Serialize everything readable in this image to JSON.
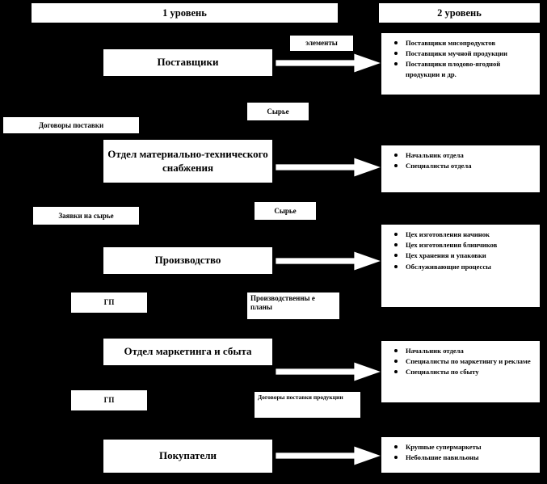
{
  "diagram": {
    "title_level1": "1 уровень",
    "title_level2": "2 уровень",
    "processes": [
      {
        "id": "suppliers",
        "label": "Поставщики"
      },
      {
        "id": "supply-dept",
        "label": "Отдел материально-технического снабжения"
      },
      {
        "id": "production",
        "label": "Производство"
      },
      {
        "id": "marketing-sales",
        "label": "Отдел маркетинга и сбыта"
      },
      {
        "id": "customers",
        "label": "Покупатели"
      }
    ],
    "flow_tags": [
      {
        "id": "elements",
        "label": "элементы"
      },
      {
        "id": "raw-materials-1",
        "label": "Сырье"
      },
      {
        "id": "supply-contracts",
        "label": "Договоры поставки"
      },
      {
        "id": "raw-material-requests",
        "label": "Заявки на сырье"
      },
      {
        "id": "raw-materials-2",
        "label": "Сырье"
      },
      {
        "id": "finished-goods-1",
        "label": "ГП"
      },
      {
        "id": "production-plans",
        "label": "Производственны е планы"
      },
      {
        "id": "finished-goods-2",
        "label": "ГП"
      },
      {
        "id": "product-supply-contracts",
        "label": "Договоры поставки продукции"
      }
    ],
    "level2_groups": [
      {
        "id": "suppliers-detail",
        "items": [
          "Поставщики мясопродуктов",
          "Поставщики мучной продукции",
          "Поставщики плодово-ягодной продукции и др."
        ]
      },
      {
        "id": "supply-dept-detail",
        "items": [
          "Начальник отдела",
          "Специалисты отдела"
        ]
      },
      {
        "id": "production-detail",
        "items": [
          "Цех изготовления начинок",
          "Цех изготовления блинчиков",
          "Цех хранения и упаковки",
          "Обслуживающие процессы"
        ]
      },
      {
        "id": "marketing-detail",
        "items": [
          "Начальник отдела",
          "Специалисты по маркетингу и рекламе",
          "Специалисты по сбыту"
        ]
      },
      {
        "id": "customers-detail",
        "items": [
          "Крупные супермаркеты",
          "Небольшие павильоны"
        ]
      }
    ],
    "colors": {
      "background": "#000000",
      "box_fill": "#ffffff",
      "box_border": "#000000",
      "text": "#000000",
      "arrow_fill": "#ffffff"
    }
  }
}
